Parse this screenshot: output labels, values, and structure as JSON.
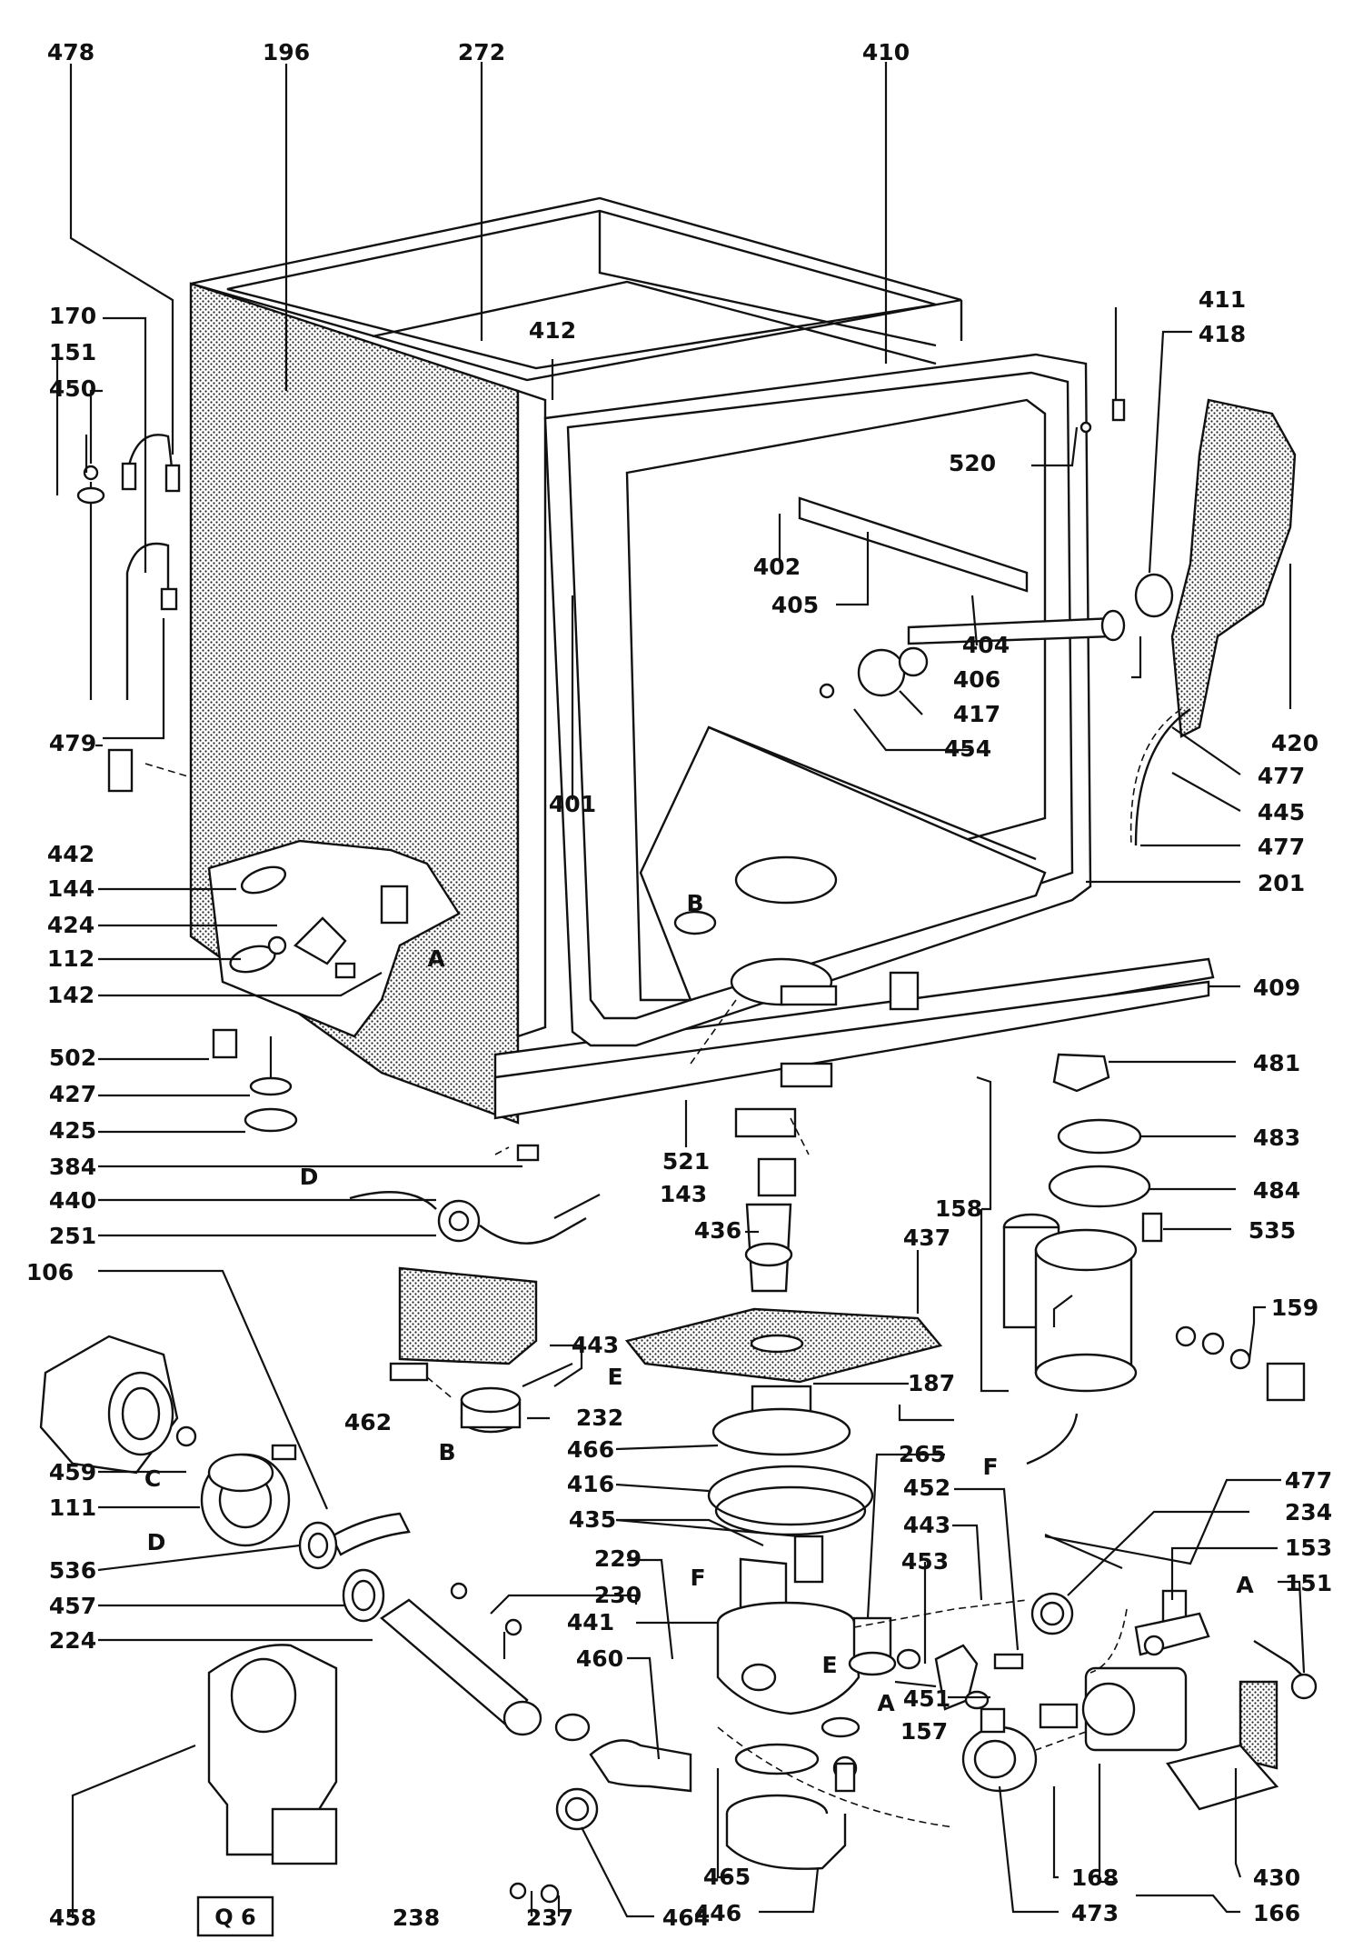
{
  "diagram": {
    "sheet_code": "Q 6",
    "labels": [
      "478",
      "196",
      "272",
      "410",
      "411",
      "418",
      "170",
      "151",
      "450",
      "412",
      "520",
      "402",
      "405",
      "404",
      "406",
      "417",
      "454",
      "420",
      "477",
      "445",
      "477",
      "201",
      "479",
      "442",
      "401",
      "144",
      "424",
      "112",
      "142",
      "409",
      "502",
      "427",
      "425",
      "384",
      "521",
      "481",
      "483",
      "484",
      "535",
      "440",
      "143",
      "251",
      "436",
      "437",
      "158",
      "106",
      "443",
      "159",
      "232",
      "187",
      "459",
      "462",
      "111",
      "536",
      "457",
      "224",
      "458",
      "238",
      "237",
      "464",
      "446",
      "465",
      "466",
      "416",
      "435",
      "229",
      "230",
      "441",
      "460",
      "265",
      "452",
      "443",
      "453",
      "157",
      "451",
      "473",
      "168",
      "166",
      "430",
      "153",
      "151",
      "234",
      "477"
    ],
    "callout_letters": [
      "A",
      "B",
      "C",
      "D",
      "E",
      "F"
    ]
  }
}
